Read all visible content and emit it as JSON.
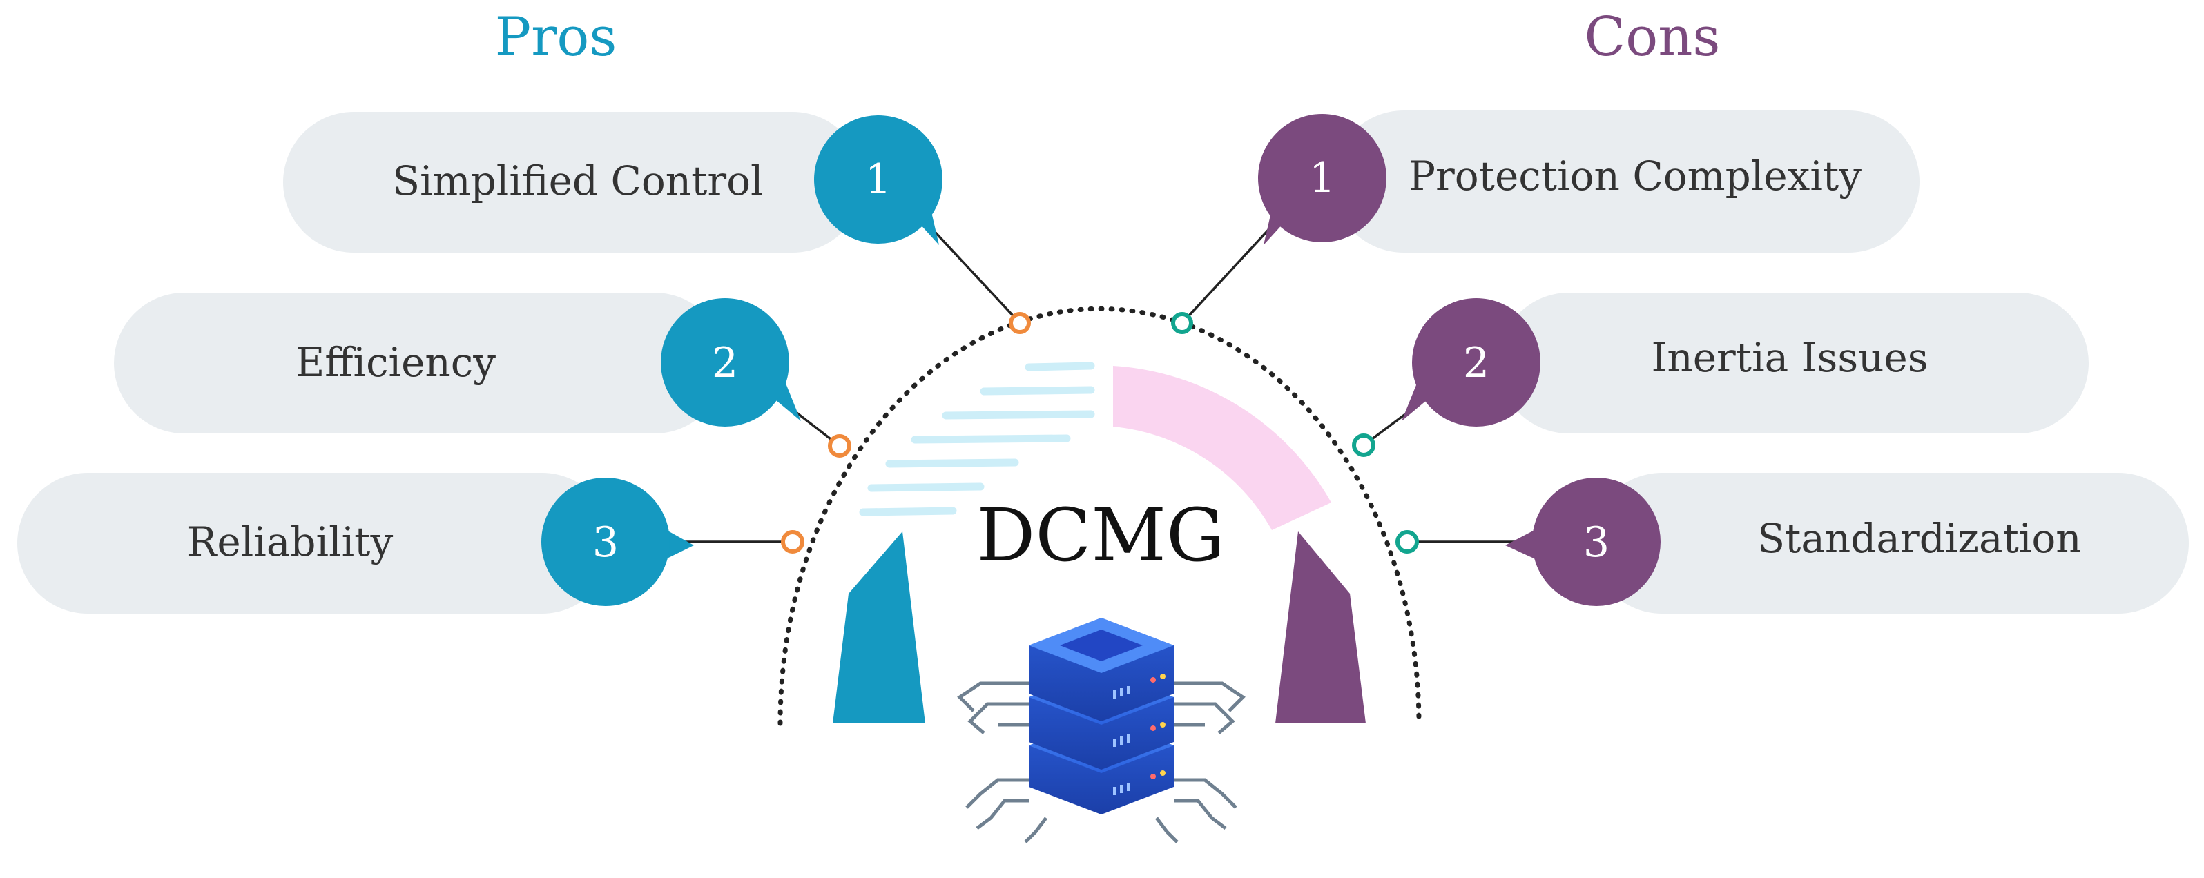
{
  "pros": {
    "heading": "Pros",
    "items": [
      {
        "number": "1",
        "label": "Simplified Control"
      },
      {
        "number": "2",
        "label": "Efficiency"
      },
      {
        "number": "3",
        "label": "Reliability"
      }
    ]
  },
  "cons": {
    "heading": "Cons",
    "items": [
      {
        "number": "1",
        "label": "Protection Complexity"
      },
      {
        "number": "2",
        "label": "Inertia Issues"
      },
      {
        "number": "3",
        "label": "Standardization"
      }
    ]
  },
  "center": {
    "title": "DCMG",
    "icon": "server-stack-icon"
  },
  "colors": {
    "pros_accent": "#1599c1",
    "cons_accent": "#7b4a7e",
    "pill_fill": "#e9edf0",
    "pros_connector": "#f08a3c",
    "cons_connector": "#12a58f",
    "cons_light": "#fad5f0",
    "pros_light": "#cdeef8",
    "server_blue": "#2b62e0"
  }
}
